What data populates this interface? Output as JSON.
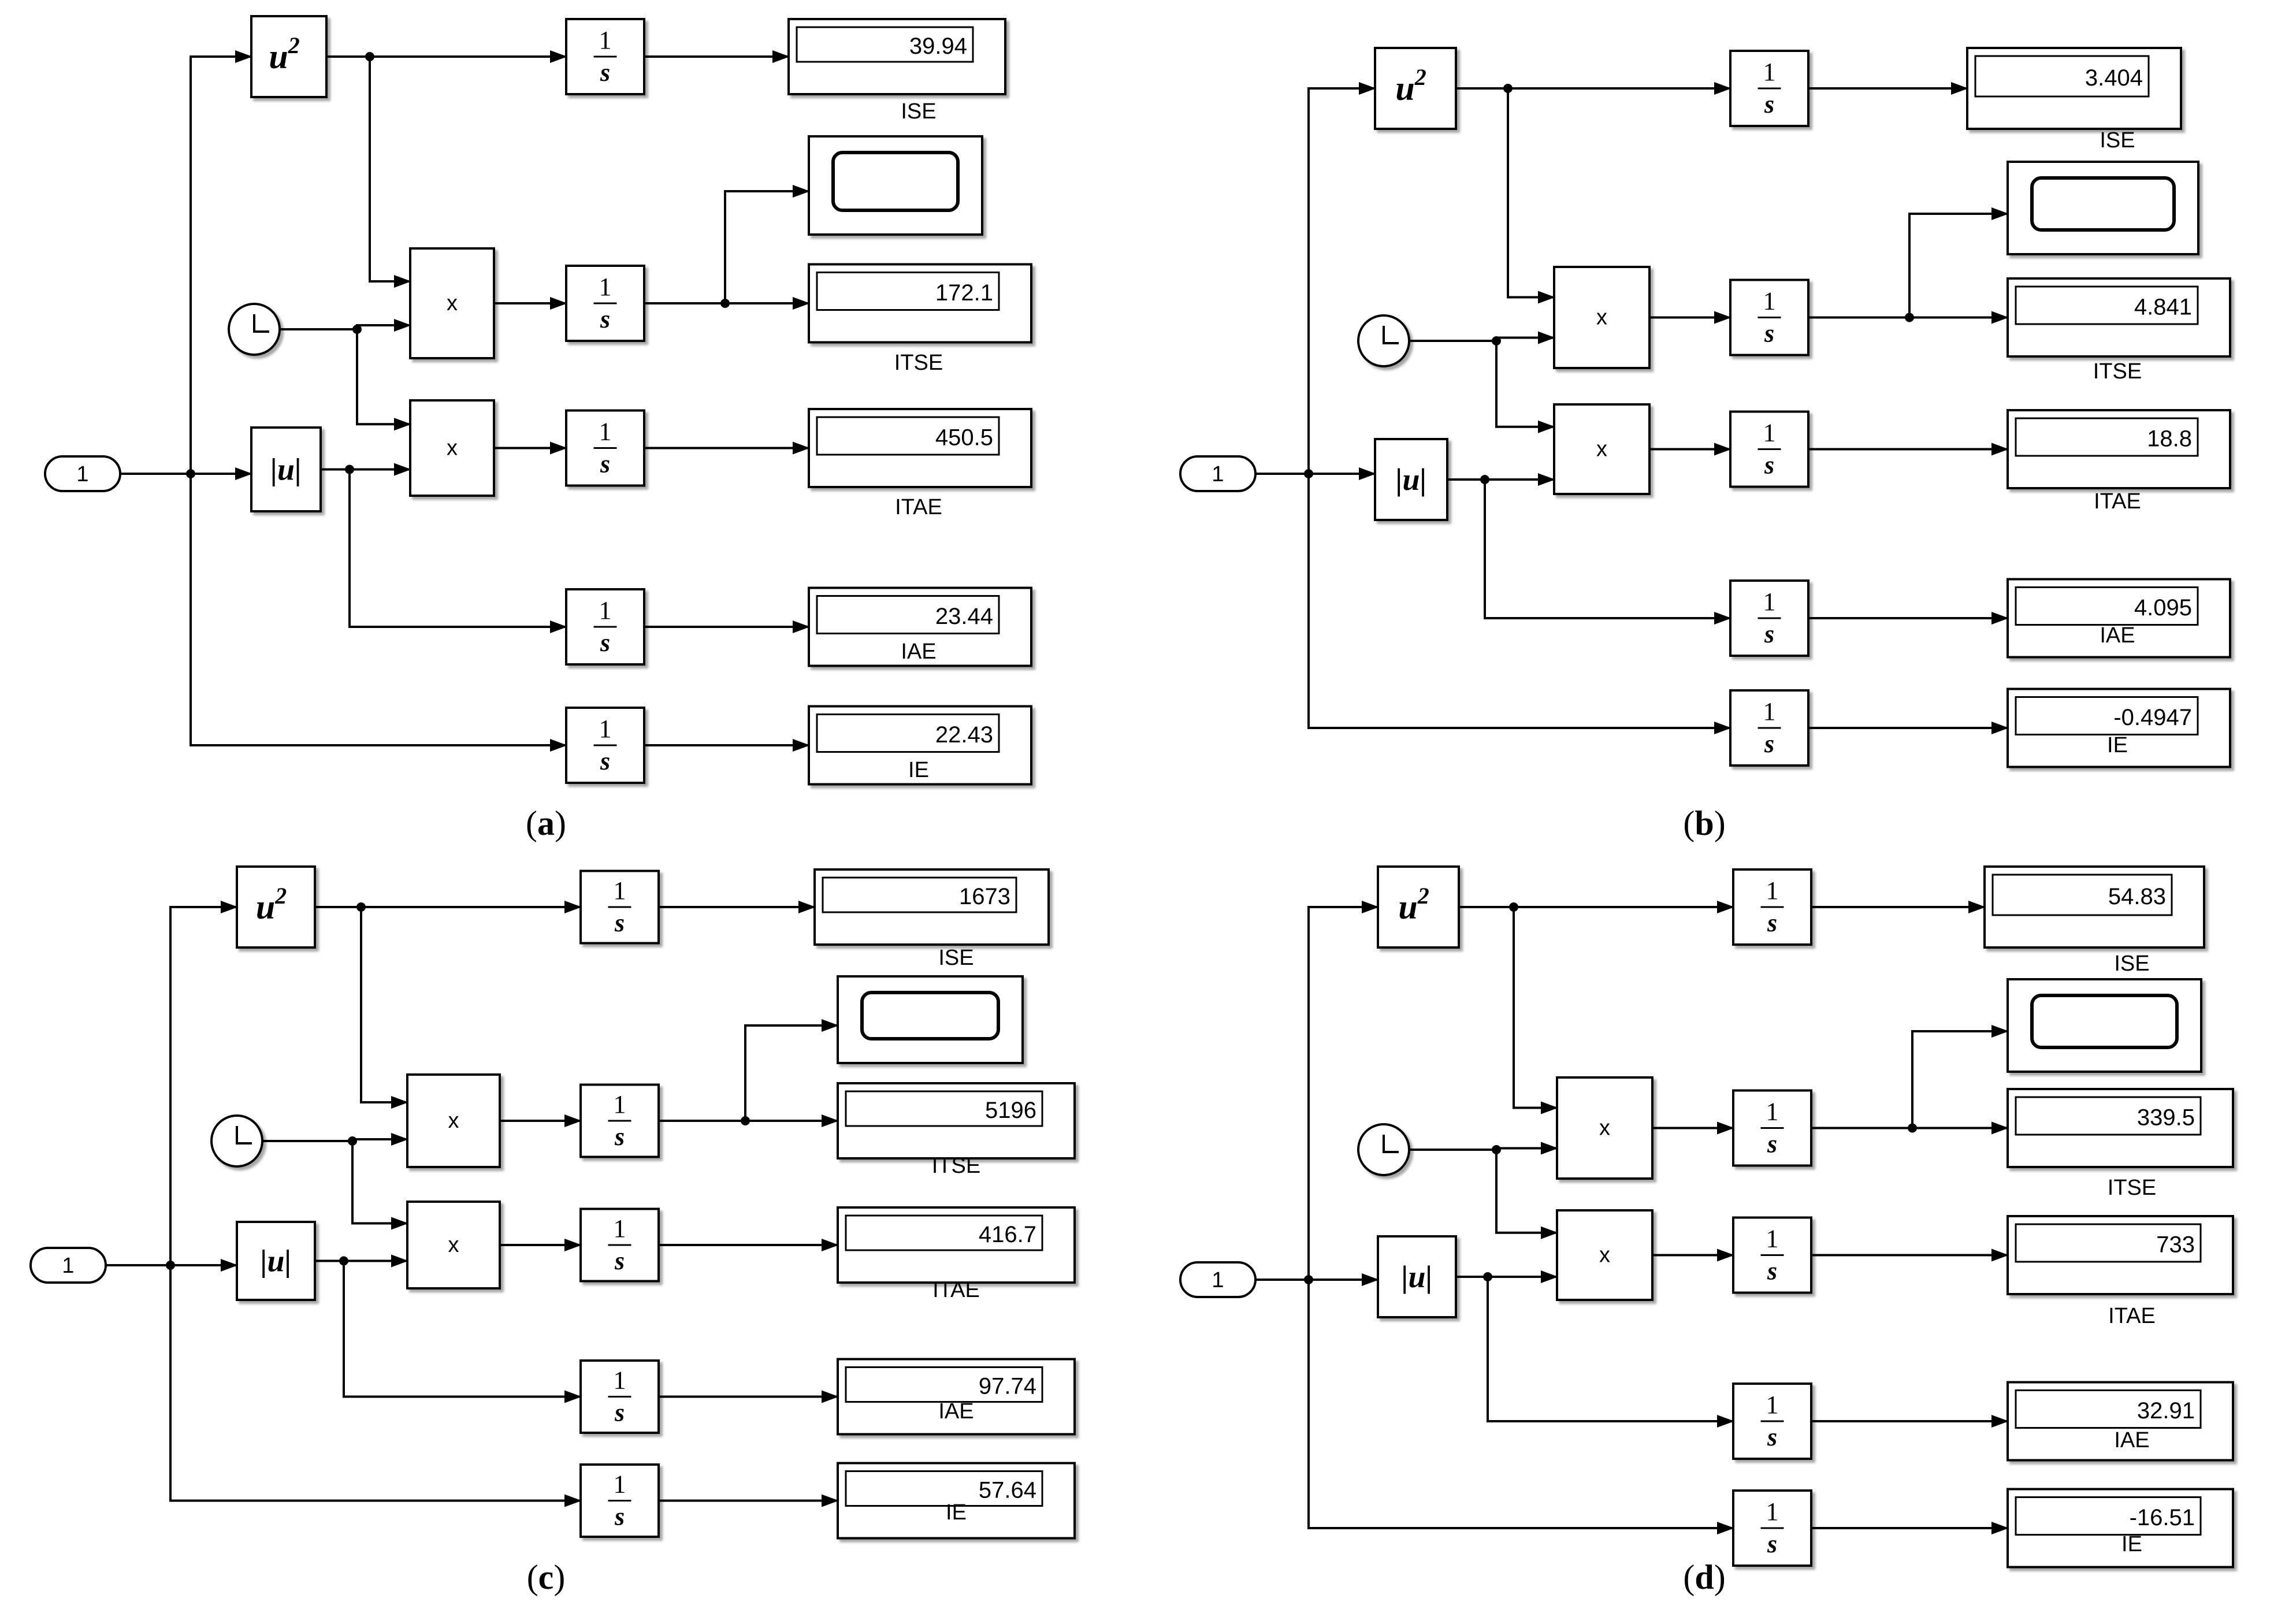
{
  "panels": [
    {
      "id": "a",
      "caption_letter": "a",
      "inport": "1",
      "displays": {
        "ISE": "39.94",
        "ITSE": "172.1",
        "ITAE": "450.5",
        "IAE": "23.44",
        "IE": "22.43"
      }
    },
    {
      "id": "b",
      "caption_letter": "b",
      "inport": "1",
      "displays": {
        "ISE": "3.404",
        "ITSE": "4.841",
        "ITAE": "18.8",
        "IAE": "4.095",
        "IE": "-0.4947"
      }
    },
    {
      "id": "c",
      "caption_letter": "c",
      "inport": "1",
      "displays": {
        "ISE": "1673",
        "ITSE": "5196",
        "ITAE": "416.7",
        "IAE": "97.74",
        "IE": "57.64"
      }
    },
    {
      "id": "d",
      "caption_letter": "d",
      "inport": "1",
      "displays": {
        "ISE": "54.83",
        "ITSE": "339.5",
        "ITAE": "733",
        "IAE": "32.91",
        "IE": "-16.51"
      }
    }
  ],
  "labels": {
    "ISE": "ISE",
    "ITSE": "ITSE",
    "ITAE": "ITAE",
    "IAE": "IAE",
    "IE": "IE"
  },
  "blocks": {
    "square_base": "u",
    "square_exp": "2",
    "abs": "|u|",
    "product": "x",
    "integrator_num": "1",
    "integrator_den": "s"
  },
  "colors": {
    "line": "#000000",
    "block_fill": "#ffffff",
    "background": "#ffffff"
  }
}
